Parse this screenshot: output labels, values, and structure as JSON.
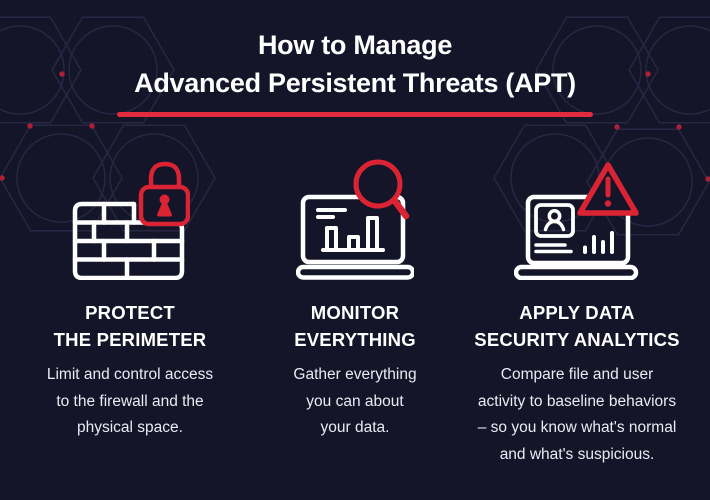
{
  "title": {
    "line1": "How to Manage",
    "line2": "Advanced Persistent Threats (APT)"
  },
  "columns": [
    {
      "icon": "firewall-lock-icon",
      "heading": "PROTECT\nTHE PERIMETER",
      "body": "Limit and control access\nto the firewall and the\nphysical space."
    },
    {
      "icon": "laptop-magnifier-icon",
      "heading": "MONITOR\nEVERYTHING",
      "body": "Gather everything\nyou can about\nyour data."
    },
    {
      "icon": "laptop-warning-icon",
      "heading": "APPLY DATA\nSECURITY ANALYTICS",
      "body": "Compare file and user\nactivity to baseline behaviors\n– so you know what's normal\nand what's suspicious."
    }
  ],
  "colors": {
    "background": "#151529",
    "accent_red": "#da2434",
    "divider_red": "#e22b3c",
    "heading_text": "#ffffff",
    "body_text": "#e9ebf2",
    "hexagon_stroke": "#272743",
    "dot_red": "#a82336"
  }
}
